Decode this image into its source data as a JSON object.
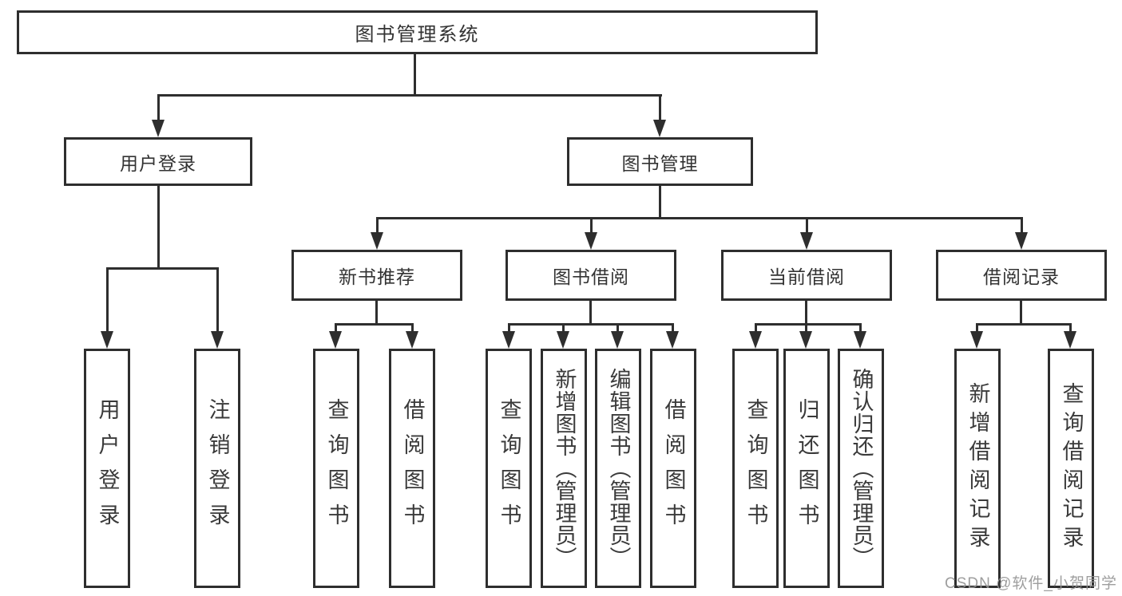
{
  "diagram": {
    "root": "图书管理系统",
    "branches": {
      "user_login": {
        "label": "用户登录",
        "children": [
          "用户登录",
          "注销登录"
        ]
      },
      "book_mgmt": {
        "label": "图书管理",
        "children": [
          {
            "label": "新书推荐",
            "children": [
              "查询图书",
              "借阅图书"
            ]
          },
          {
            "label": "图书借阅",
            "children": [
              "查询图书",
              "新增图书（管理员）",
              "编辑图书（管理员）",
              "借阅图书"
            ]
          },
          {
            "label": "当前借阅",
            "children": [
              "查询图书",
              "归还图书",
              "确认归还（管理员）"
            ]
          },
          {
            "label": "借阅记录",
            "children": [
              "新增借阅记录",
              "查询借阅记录"
            ]
          }
        ]
      }
    },
    "watermark": "CSDN @软件_小贺同学"
  }
}
